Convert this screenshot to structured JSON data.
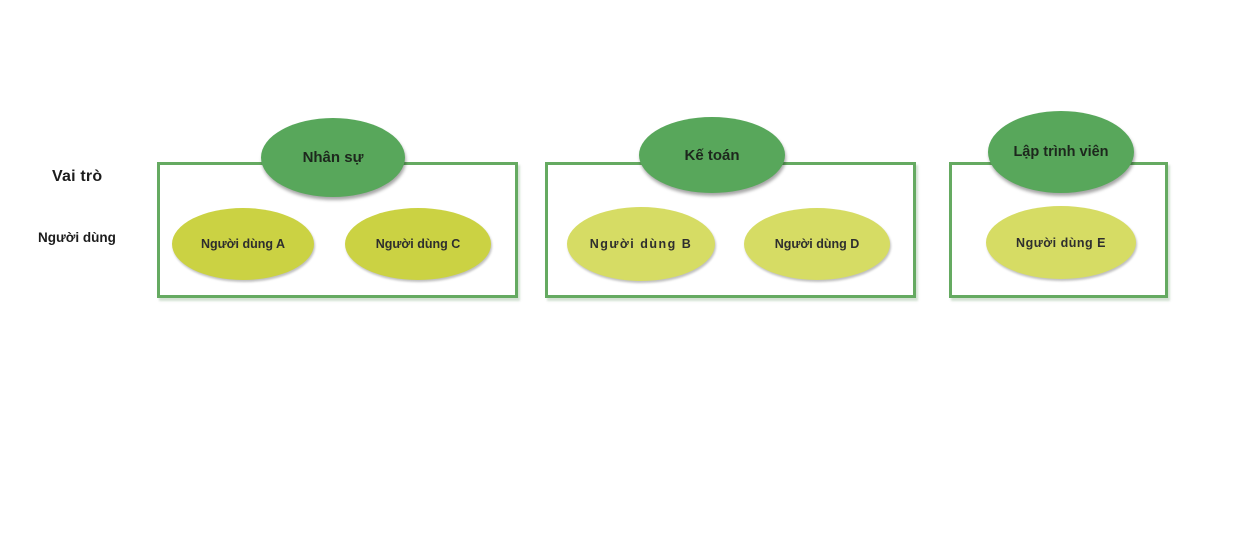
{
  "labels": {
    "role": "Vai trò",
    "users": "Người dùng"
  },
  "groups": [
    {
      "role": "Nhân sự",
      "users": [
        "Người dùng A",
        "Người dùng C"
      ]
    },
    {
      "role": "Kế toán",
      "users": [
        "Người dùng B",
        "Người dùng D"
      ]
    },
    {
      "role": "Lập trình viên",
      "users": [
        "Người dùng E"
      ]
    }
  ],
  "colors": {
    "box_border": "#65AA61",
    "role_fill": "#58A75B",
    "user_fill_primary": "#CBD243",
    "user_fill_secondary": "#D6DC64"
  }
}
